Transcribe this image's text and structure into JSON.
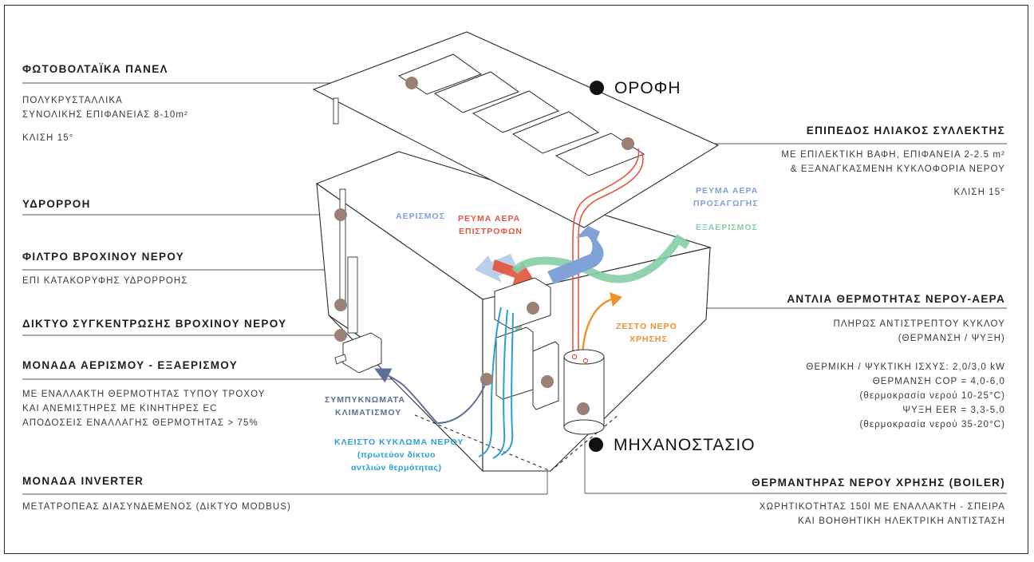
{
  "colors": {
    "dot": "#9a8174",
    "blue_light": "#b9d0ea",
    "blue_mid": "#7fa3d6",
    "red": "#e4563f",
    "green": "#86cea6",
    "orange": "#f0902d",
    "navy": "#5c6f98",
    "cyan": "#2b9fd8"
  },
  "left_labels": [
    {
      "id": "pv",
      "title": "ΦΩΤΟΒΟΛΤΑΪΚΑ ΠΑΝΕΛ",
      "lines": [
        "ΠΟΛΥΚΡΥΣΤΑΛΛΙΚΑ",
        "ΣΥΝΟΛΙΚΗΣ ΕΠΙΦΑΝΕΙΑΣ 8-10m²",
        "",
        "ΚΛΙΣΗ 15°"
      ]
    },
    {
      "id": "gutter",
      "title": "ΥΔΡΟΡΡΟΗ",
      "lines": []
    },
    {
      "id": "filter",
      "title": "ΦΙΛΤΡΟ ΒΡΟΧΙΝΟΥ ΝΕΡΟΥ",
      "lines": [
        "ΕΠΙ ΚΑΤΑΚΟΡΥΦΗΣ ΥΔΡΟΡΡΟΗΣ"
      ]
    },
    {
      "id": "rainnet",
      "title": "ΔΙΚΤΥΟ ΣΥΓΚΕΝΤΡΩΣΗΣ ΒΡΟΧΙΝΟΥ ΝΕΡΟΥ",
      "lines": []
    },
    {
      "id": "ventunit",
      "title": "ΜΟΝΑΔΑ ΑΕΡΙΣΜΟΥ - ΕΞΑΕΡΙΣΜΟΥ",
      "lines": [
        "ΜΕ ΕΝΑΛΛΑΚΤΗ ΘΕΡΜΟΤΗΤΑΣ ΤΥΠΟΥ ΤΡΟΧΟΥ",
        "ΚΑΙ ΑΝΕΜΙΣΤΗΡΕΣ ΜΕ ΚΙΝΗΤΗΡΕΣ EC",
        "ΑΠΟΔΟΣΕΙΣ ΕΝΑΛΛΑΓΗΣ ΘΕΡΜΟΤΗΤΑΣ > 75%"
      ]
    },
    {
      "id": "inverter",
      "title": "ΜΟΝΑΔΑ INVERTER",
      "lines": [
        "ΜΕΤΑΤΡΟΠΕΑΣ ΔΙΑΣΥΝΔΕΜΕΝΟΣ (ΔΙΚΤΥΟ MODBUS)"
      ]
    }
  ],
  "right_labels": [
    {
      "id": "collector",
      "title": "ΕΠΙΠΕΔΟΣ ΗΛΙΑΚΟΣ ΣΥΛΛΕΚΤΗΣ",
      "lines": [
        "ΜΕ ΕΠΙΛΕΚΤΙΚΗ ΒΑΦΗ, ΕΠΙΦΑΝΕΙΑ 2-2.5 m²",
        "& ΕΞΑΝΑΓΚΑΣΜΕΝΗ ΚΥΚΛΟΦΟΡΙΑ ΝΕΡΟΥ",
        "",
        "ΚΛΙΣΗ 15°"
      ]
    },
    {
      "id": "heatpump",
      "title": "ΑΝΤΛΙΑ ΘΕΡΜΟΤΗΤΑΣ ΝΕΡΟΥ-ΑΕΡΑ",
      "lines": [
        "ΠΛΗΡΩΣ ΑΝΤΙΣΤΡΕΠΤΟΥ ΚΥΚΛΟΥ",
        "(ΘΕΡΜΑΝΣΗ / ΨΥΞΗ)",
        "",
        "ΘΕΡΜΙΚΗ / ΨΥΚΤΙΚΗ ΙΣΧΥΣ: 2,0/3,0 kW",
        "ΘΕΡΜΑΝΣΗ COP = 4,0-6,0",
        "(θερμοκρασία νερού 10-25°C)",
        "ΨΥΞΗ EER = 3,3-5,0",
        "(θερμοκρασία νερού 35-20°C)"
      ]
    },
    {
      "id": "boiler",
      "title": "ΘΕΡΜΑΝΤΗΡΑΣ ΝΕΡΟΥ ΧΡΗΣΗΣ (BOILER)",
      "lines": [
        "ΧΩΡΗΤΙΚΟΤΗΤΑΣ 150l ΜΕ ΕΝΑΛΛΑΚΤΗ - ΣΠΕΙΡΑ",
        "ΚΑΙ ΒΟΗΘΗΤΙΚΗ ΗΛΕΚΤΡΙΚΗ ΑΝΤΙΣΤΑΣΗ"
      ]
    }
  ],
  "section_labels": {
    "roof": "ΟΡΟΦΗ",
    "machine_room": "ΜΗΧΑΝΟΣΤΑΣΙΟ"
  },
  "flow_labels": {
    "ventilation": "ΑΕΡΙΣΜΟΣ",
    "return_air": [
      "ΡΕΥΜΑ ΑΕΡΑ",
      "ΕΠΙΣΤΡΟΦΩΝ"
    ],
    "supply_air": [
      "ΡΕΥΜΑ ΑΕΡΑ",
      "ΠΡΟΣΑΓΩΓΗΣ"
    ],
    "exhaust": "ΕΞΑΕΡΙΣΜΟΣ",
    "hot_water": [
      "ΖΕΣΤΟ ΝΕΡΟ",
      "ΧΡΗΣΗΣ"
    ],
    "condensate": [
      "ΣΥΜΠΥΚΝΩΜΑΤΑ",
      "ΚΛΙΜΑΤΙΣΜΟΥ"
    ],
    "closed_loop": [
      "ΚΛΕΙΣΤΟ ΚΥΚΛΩΜΑ ΝΕΡΟΥ",
      "(πρωτεύον δίκτυο",
      "αντλιών θερμότητας)"
    ]
  }
}
